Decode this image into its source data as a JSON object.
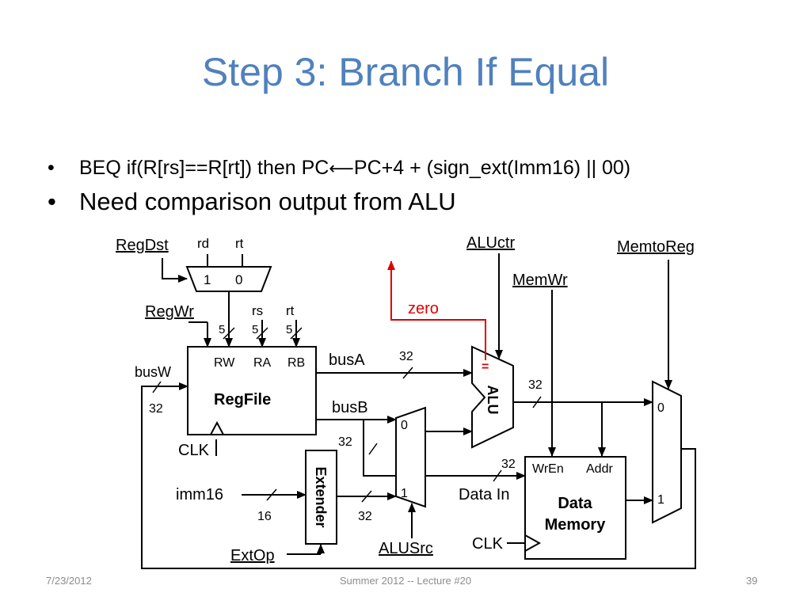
{
  "slide": {
    "title": "Step 3: Branch If Equal",
    "bullets": {
      "b1_before_arrow": "BEQ if(R[rs]==R[rt]) then PC",
      "b1_arrow": "⟵",
      "b1_after_arrow": "PC+4 + (sign_ext(Imm16) || 00)",
      "b2": "Need comparison output from ALU"
    },
    "bullet_glyph": "•"
  },
  "diagram": {
    "signals": {
      "regdst": "RegDst",
      "regwr": "RegWr",
      "aluctr": "ALUctr",
      "memwr": "MemWr",
      "memtoreg": "MemtoReg",
      "extop": "ExtOp",
      "alusrc": "ALUSrc"
    },
    "mux_regdst": {
      "in1": "1",
      "in0": "0",
      "rd": "rd",
      "rt": "rt"
    },
    "regfile": {
      "name": "RegFile",
      "rw": "RW",
      "ra": "RA",
      "rb": "RB",
      "rs": "rs",
      "rt": "rt",
      "w_rw": "5",
      "w_ra": "5",
      "w_rb": "5"
    },
    "buses": {
      "busw": "busW",
      "busa": "busA",
      "busb": "busB",
      "clk1": "CLK",
      "clk2": "CLK"
    },
    "widths": {
      "busw": "32",
      "busa": "32",
      "busb": "32",
      "alu_out": "32",
      "datain": "32",
      "imm16": "16",
      "ext_out": "32"
    },
    "zero": "zero",
    "alu": {
      "name": "ALU",
      "eq": "="
    },
    "extender": {
      "name": "Extender",
      "imm16": "imm16"
    },
    "mux_alusrc": {
      "in0": "0",
      "in1": "1"
    },
    "mux_memtoreg": {
      "in0": "0",
      "in1": "1"
    },
    "memory": {
      "wren": "WrEn",
      "addr": "Addr",
      "datain": "Data In",
      "name1": "Data",
      "name2": "Memory"
    },
    "colors": {
      "title": "#4f81bd",
      "zero_path": "#e00000",
      "footer": "#8c8c8c"
    }
  },
  "footer": {
    "date": "7/23/2012",
    "center": "Summer 2012 -- Lecture #20",
    "page": "39"
  }
}
